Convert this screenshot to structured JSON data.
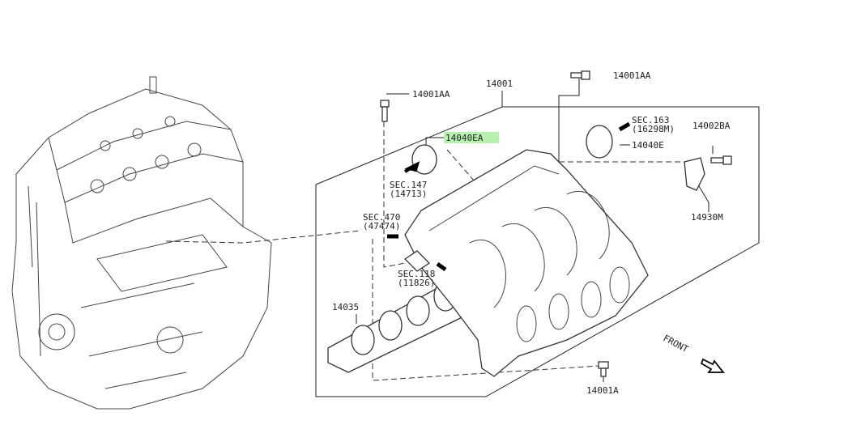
{
  "labels": {
    "p14001": "14001",
    "p14001AA_top": "14001AA",
    "p14001AA_left": "14001AA",
    "p14040EA": "14040EA",
    "p14040E": "14040E",
    "p14002BA": "14002BA",
    "p14930M": "14930M",
    "p14035": "14035",
    "p14001A": "14001A",
    "sec163": "SEC.163",
    "sec163_ref": "(16298M)",
    "sec147": "SEC.147",
    "sec147_ref": "(14713)",
    "sec470": "SEC.470",
    "sec470_ref": "(47474)",
    "sec118": "SEC.118",
    "sec118_ref": "(11826)",
    "front": "FRONT"
  },
  "highlight_color": "#b8f0b0"
}
